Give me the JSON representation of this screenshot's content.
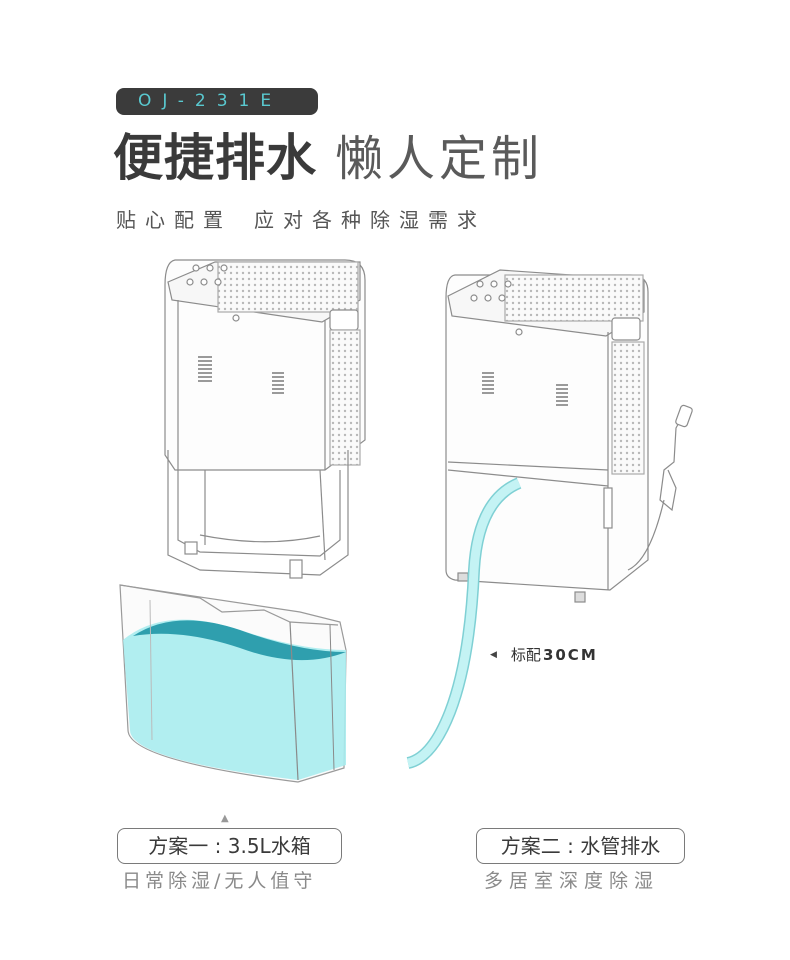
{
  "model": "OJ-231E",
  "headline": {
    "bold": "便捷排水",
    "light": "懒人定制"
  },
  "subline": {
    "part1": "贴心配置",
    "part2": "应对各种除湿需求"
  },
  "hose_callout": {
    "label": "标配",
    "length": "30CM"
  },
  "plan1": {
    "title": "方案一 : 3.5L水箱",
    "desc": "日常除湿/无人值守"
  },
  "plan2": {
    "title": "方案二 : 水管排水",
    "desc": "多居室深度除湿"
  },
  "colors": {
    "badge_bg": "#3b3b3b",
    "badge_text": "#59c9d0",
    "water": "#a9ecee",
    "water_dark": "#2f9fae",
    "hose": "#c4f3f4"
  }
}
